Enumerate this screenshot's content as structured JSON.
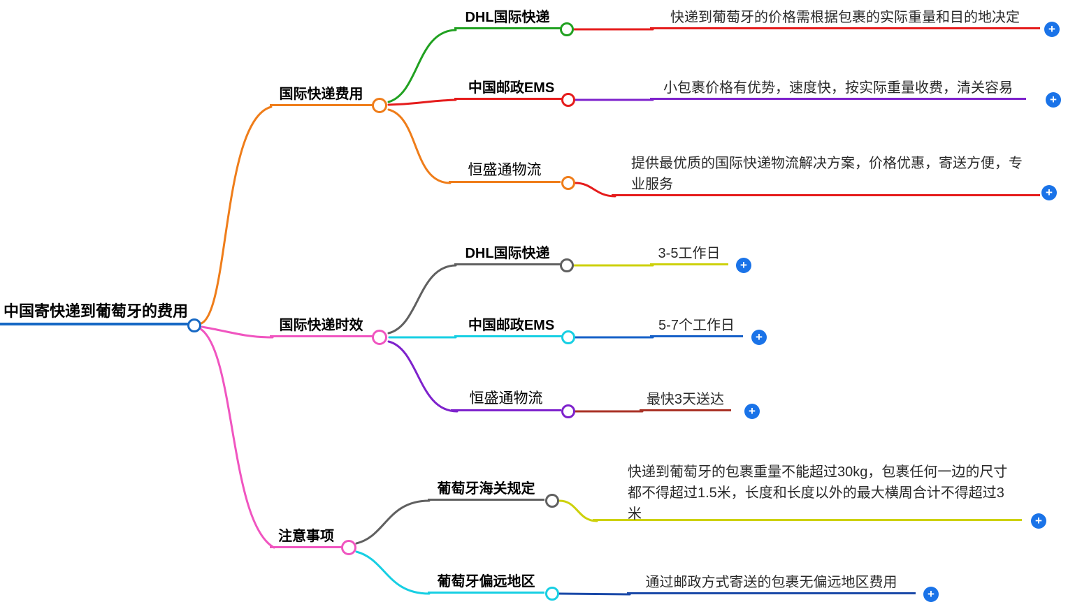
{
  "colors": {
    "rootBlue": "#1668c4",
    "orange": "#ef7d1a",
    "pink": "#f055c0",
    "green": "#21a121",
    "red": "#e51c1c",
    "purple": "#7e22cc",
    "gray": "#606060",
    "cyan": "#17cfe3",
    "yellow": "#cdd10b",
    "blue": "#1660c8",
    "darkRed": "#a93226",
    "darkBlue": "#1a49a8",
    "plusBlue": "#1a73e8",
    "leafText": "#2a2a2a"
  },
  "plus_label": "+",
  "root": {
    "label": "中国寄快递到葡萄牙的费用"
  },
  "branches": [
    {
      "label": "国际快递费用",
      "children": [
        {
          "label": "DHL国际快递",
          "detail": "快递到葡萄牙的价格需根据包裹的实际重量和目的地决定"
        },
        {
          "label": "中国邮政EMS",
          "detail": "小包裹价格有优势，速度快，按实际重量收费，清关容易"
        },
        {
          "label": "恒盛通物流",
          "detail": "提供最优质的国际快递物流解决方案，价格优惠，寄送方便，专业服务"
        }
      ]
    },
    {
      "label": "国际快递时效",
      "children": [
        {
          "label": "DHL国际快递",
          "detail": "3-5工作日"
        },
        {
          "label": "中国邮政EMS",
          "detail": "5-7个工作日"
        },
        {
          "label": "恒盛通物流",
          "detail": "最快3天送达"
        }
      ]
    },
    {
      "label": "注意事项",
      "children": [
        {
          "label": "葡萄牙海关规定",
          "detail": "快递到葡萄牙的包裹重量不能超过30kg，包裹任何一边的尺寸都不得超过1.5米，长度和长度以外的最大横周合计不得超过3米"
        },
        {
          "label": "葡萄牙偏远地区",
          "detail": "通过邮政方式寄送的包裹无偏远地区费用"
        }
      ]
    }
  ]
}
